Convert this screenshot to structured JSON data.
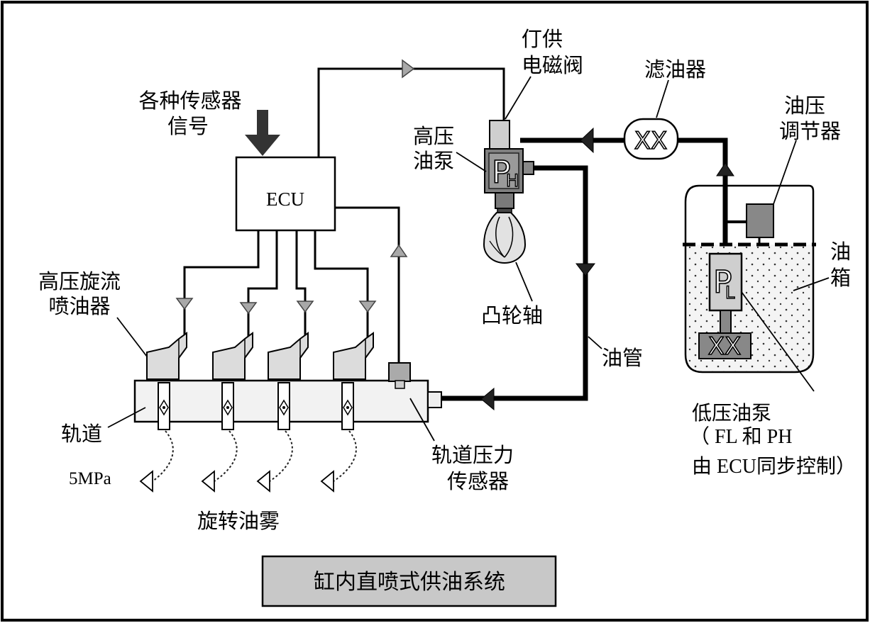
{
  "diagram": {
    "title": "缸内直喷式供油系统",
    "sensor_signal": {
      "line1": "各种传感器",
      "line2": "信号"
    },
    "ecu": "ECU",
    "injector_label": {
      "line1": "高压旋流",
      "line2": "喷油器"
    },
    "rail_label": "轨道",
    "pressure_label": "5MPa",
    "spray_label": "旋转油雾",
    "rail_sensor_label": {
      "line1": "轨道压力",
      "line2": "传感器"
    },
    "solenoid_label": {
      "line1": "仃供",
      "line2": "电磁阀"
    },
    "hp_pump_label": {
      "line1": "高压",
      "line2": "油泵"
    },
    "hp_pump_mark": {
      "main": "P",
      "sub": "H"
    },
    "camshaft_label": "凸轮轴",
    "pipe_label": "油管",
    "filter_label": "滤油器",
    "filter_mark": "XX",
    "regulator_label": {
      "line1": "油压",
      "line2": "调节器"
    },
    "tank_label": {
      "line1": "油",
      "line2": "箱"
    },
    "lp_pump_mark": {
      "main": "P",
      "sub": "L"
    },
    "lp_pump_base_mark": "XX",
    "lp_pump_label": {
      "line1": "低压油泵",
      "line2": "（ FL 和 PH",
      "line3": "由 ECU同步控制）"
    }
  }
}
